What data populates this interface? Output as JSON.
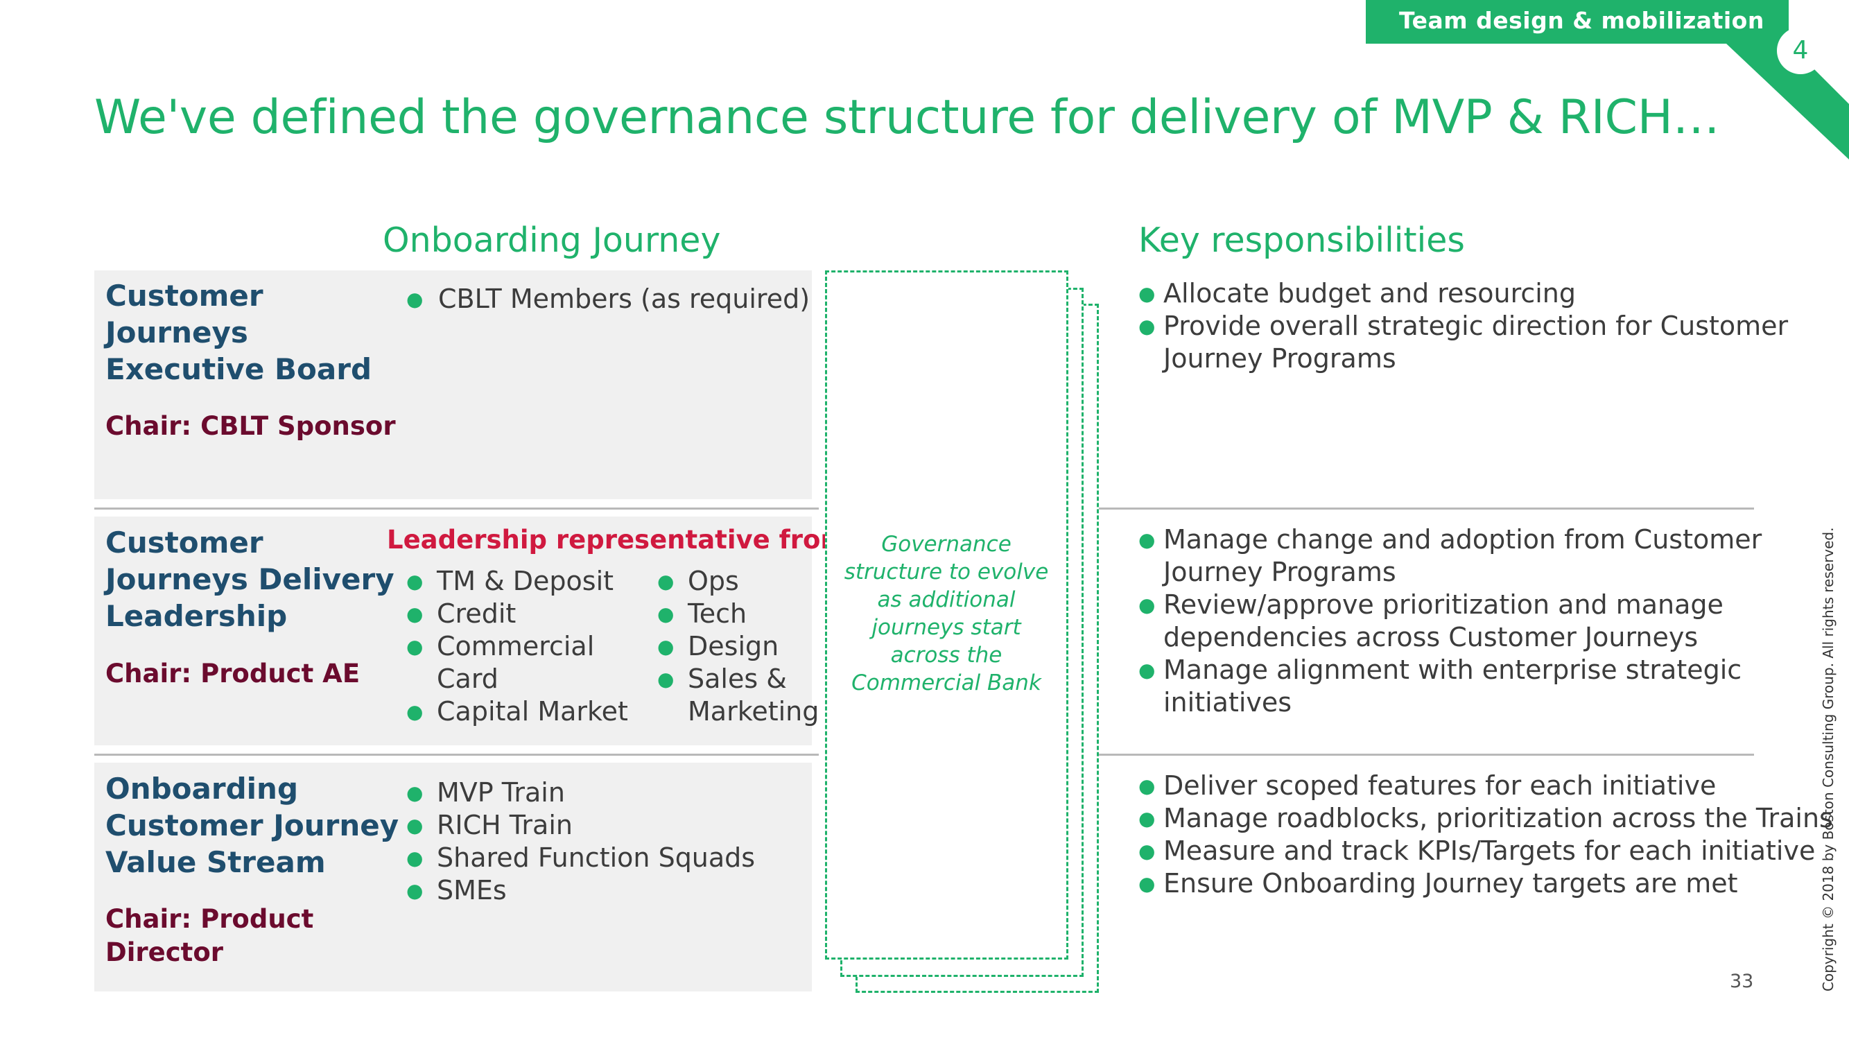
{
  "header": {
    "tab_label": "Team design & mobilization",
    "page_badge": "4",
    "title": "We've defined the governance structure for delivery of MVP & RICH…"
  },
  "columns": {
    "onboarding_header": "Onboarding Journey",
    "responsibilities_header": "Key responsibilities"
  },
  "rows": [
    {
      "name": [
        "Customer",
        "Journeys",
        "Executive Board"
      ],
      "chair": [
        "Chair: CBLT Sponsor"
      ],
      "members": [
        "CBLT Members (as required)"
      ],
      "responsibilities": [
        "Allocate budget and resourcing",
        "Provide overall strategic direction for Customer",
        "Journey Programs"
      ]
    },
    {
      "name": [
        "Customer",
        "Journeys Delivery",
        "Leadership"
      ],
      "chair": [
        "Chair: Product AE"
      ],
      "lead_label": "Leadership representative from:",
      "members_left": [
        "TM & Deposit",
        "Credit",
        "Commercial",
        "Card",
        "Capital Market"
      ],
      "members_right": [
        "Ops",
        "Tech",
        "Design",
        "Sales &",
        "Marketing"
      ],
      "responsibilities": [
        "Manage change and adoption from Customer",
        "Journey Programs",
        "Review/approve prioritization and manage",
        "dependencies across Customer Journeys",
        "Manage alignment with enterprise strategic",
        "initiatives"
      ]
    },
    {
      "name": [
        "Onboarding",
        "Customer Journey",
        "Value Stream"
      ],
      "chair": [
        "Chair: Product",
        "Director"
      ],
      "members": [
        "MVP Train",
        "RICH Train",
        "Shared Function Squads",
        "SMEs"
      ],
      "responsibilities": [
        "Deliver scoped features for each initiative",
        "Manage roadblocks, prioritization across the Trains",
        "Measure and track KPIs/Targets for each initiative",
        "Ensure Onboarding Journey targets are met"
      ]
    }
  ],
  "governance_note": [
    "Governance",
    "structure to evolve",
    "as additional",
    "journeys start",
    "across the",
    "Commercial Bank"
  ],
  "footer": {
    "page_number": "33",
    "copyright": "Copyright © 2018 by Boston Consulting Group. All rights reserved."
  },
  "colors": {
    "accent": "#1fb26b",
    "name": "#1f4e6e",
    "chair": "#6b0b2e",
    "lead": "#d0193f"
  }
}
